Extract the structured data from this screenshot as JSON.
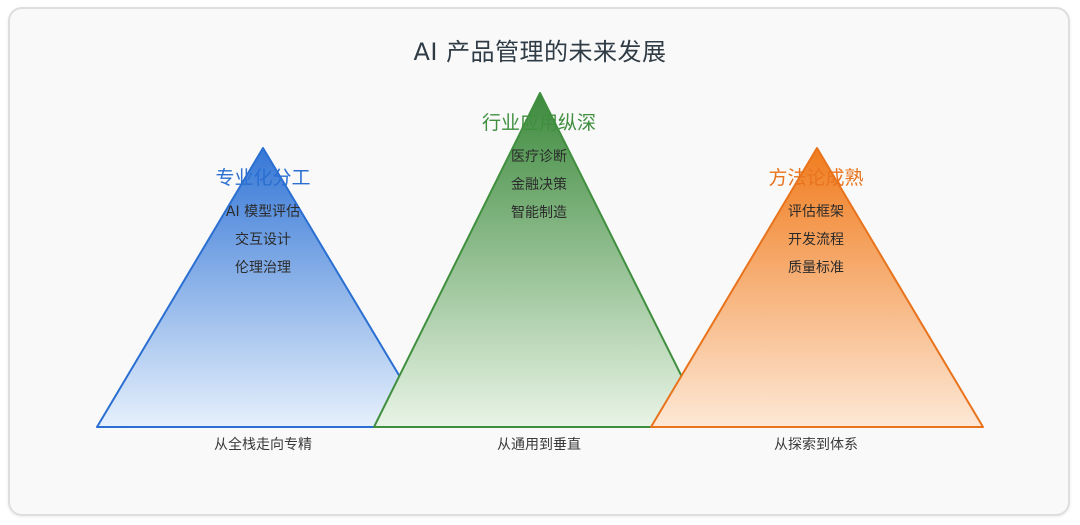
{
  "title": "AI 产品管理的未来发展",
  "peaks": [
    {
      "title": "专业化分工",
      "items": [
        "AI 模型评估",
        "交互设计",
        "伦理治理"
      ],
      "caption": "从全栈走向专精",
      "color": "#2a6fd1",
      "fill_top": "#3577d6",
      "fill_bottom": "#e6f0fc"
    },
    {
      "title": "行业应用纵深",
      "items": [
        "医疗诊断",
        "金融决策",
        "智能制造"
      ],
      "caption": "从通用到垂直",
      "color": "#3f8f3f",
      "fill_top": "#3d8a3d",
      "fill_bottom": "#e9f4e6"
    },
    {
      "title": "方法论成熟",
      "items": [
        "评估框架",
        "开发流程",
        "质量标准"
      ],
      "caption": "从探索到体系",
      "color": "#e8731c",
      "fill_top": "#f07c1e",
      "fill_bottom": "#fde8d6"
    }
  ]
}
